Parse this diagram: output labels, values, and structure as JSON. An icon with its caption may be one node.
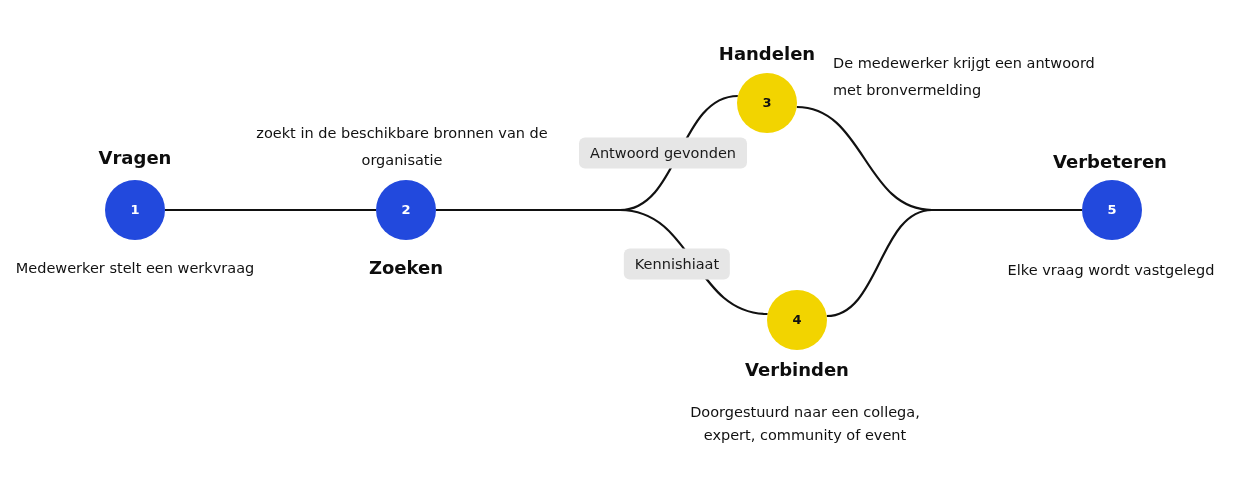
{
  "diagram": {
    "nodes": [
      {
        "text": [
          "Vragen",
          "1"
        ],
        "beside": [
          "Medewerker stelt een werkvraag"
        ]
      },
      {
        "text": [
          "2",
          "Zoeken"
        ],
        "beside": [
          "zoekt in de beschikbare bronnen van de organisatie"
        ]
      },
      {
        "text": [
          "Handelen",
          "3"
        ],
        "beside": [
          "De medewerker krijgt een antwoord met bronvermelding"
        ]
      },
      {
        "text": [
          "4",
          "Verbinden"
        ],
        "beside": [
          "Doorgestuurd naar een collega, expert, community of event"
        ]
      },
      {
        "text": [
          "Verbeteren",
          "5"
        ],
        "beside": [
          "Elke vraag wordt vastgelegd"
        ]
      }
    ],
    "edges": [
      {
        "from": 0,
        "to": 1,
        "arrow": "none"
      },
      {
        "from": 1,
        "to": 2,
        "arrow": "none",
        "label": "Antwoord gevonden"
      },
      {
        "from": 1,
        "to": 3,
        "arrow": "none",
        "label": "Kennishiaat"
      },
      {
        "from": 2,
        "to": 4,
        "arrow": "none"
      },
      {
        "from": 3,
        "to": 4,
        "arrow": "none"
      }
    ]
  }
}
